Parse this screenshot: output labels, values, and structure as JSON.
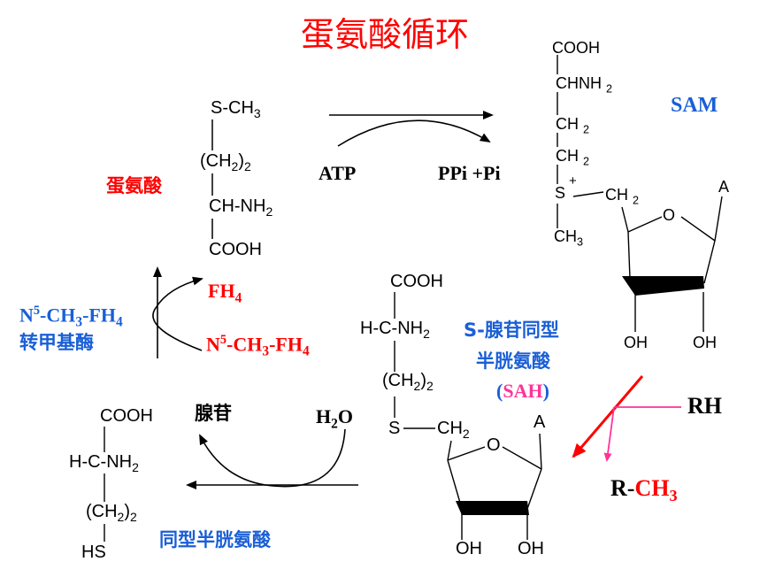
{
  "title": "蛋氨酸循环",
  "colors": {
    "red": "#ff0000",
    "blue": "#1a5fd6",
    "pink": "#ff3399",
    "black": "#000000"
  },
  "methionine": {
    "name": "蛋氨酸",
    "s_ch3": "S-CH",
    "s_ch3_sub": "3",
    "ch2_open": "(CH",
    "ch2_sub": "2",
    "ch2_close": ")",
    "ch2_count": "2",
    "chnh2": "CH-NH",
    "chnh2_sub": "2",
    "cooh": "COOH"
  },
  "reaction1": {
    "atp": "ATP",
    "products": "PPi +Pi"
  },
  "sam": {
    "name": "SAM",
    "cooh": "COOH",
    "chnh2": "CHNH",
    "chnh2_sub": "2",
    "ch2a": "CH",
    "ch2a_sub": "2",
    "ch2b": "CH",
    "ch2b_sub": "2",
    "s": "S",
    "plus": "+",
    "ch2_ring": "CH",
    "ch2_ring_sub": "2",
    "ch3": "CH",
    "ch3_sub": "3",
    "ring_o": "O",
    "base": "A",
    "oh1": "OH",
    "oh2": "OH"
  },
  "fh4": {
    "main": "FH",
    "sub": "4"
  },
  "n5": {
    "n": "N",
    "sup": "5",
    "mid": "-CH",
    "mid_sub": "3",
    "tail": "-FH",
    "tail_sub": "4"
  },
  "enzyme": {
    "line1_n": "N",
    "line1_sup": "5",
    "line1_mid": "-CH",
    "line1_mid_sub": "3",
    "line1_tail": "-FH",
    "line1_tail_sub": "4",
    "line2": "转甲基酶"
  },
  "sah": {
    "line1": "S-腺苷同型",
    "line2": "半胱氨酸",
    "line3_open": "(",
    "line3_abbr": "SAH",
    "line3_close": ")",
    "cooh": "COOH",
    "hcnh2": "H-C-NH",
    "hcnh2_sub": "2",
    "ch2_open": "(CH",
    "ch2_sub": "2",
    "ch2_close": ")",
    "ch2_count": "2",
    "s_ch2": "S",
    "ring_ch2": "CH",
    "ring_ch2_sub": "2",
    "ring_o": "O",
    "base": "A",
    "oh1": "OH",
    "oh2": "OH"
  },
  "methyl_transfer": {
    "rh": "RH",
    "r": "R-",
    "ch3": "CH",
    "ch3_sub": "3"
  },
  "hydrolysis": {
    "adenosine": "腺苷",
    "water": "H",
    "water_sub": "2",
    "water_o": "O"
  },
  "homocysteine": {
    "name": "同型半胱氨酸",
    "cooh": "COOH",
    "hcnh2": "H-C-NH",
    "hcnh2_sub": "2",
    "ch2_open": "(CH",
    "ch2_sub": "2",
    "ch2_close": ")",
    "ch2_count": "2",
    "hs": "HS"
  }
}
